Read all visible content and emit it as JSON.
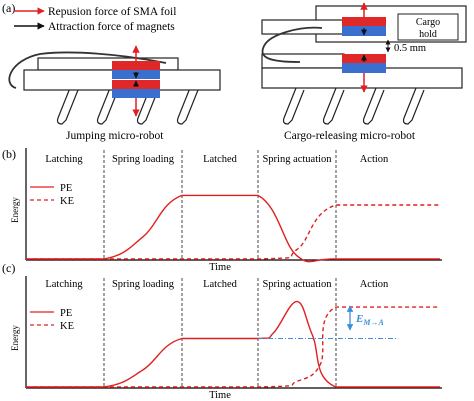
{
  "panel_a": {
    "label": "(a)",
    "legend": [
      {
        "text": "Repusion force of SMA foil",
        "color": "#e02020"
      },
      {
        "text": "Attraction force of magnets",
        "color": "#111111"
      }
    ],
    "left_caption": "Jumping micro-robot",
    "right_caption": "Cargo-releasing micro-robot",
    "cargo_label_1": "Cargo",
    "cargo_label_2": "hold",
    "gap_label": "0.5 mm"
  },
  "panel_b": {
    "label": "(b)",
    "phases": [
      "Latching",
      "Spring loading",
      "Latched",
      "Spring actuation",
      "Action"
    ],
    "ylabel": "Energy",
    "xlabel": "Time",
    "legend": [
      "PE",
      "KE"
    ]
  },
  "panel_c": {
    "label": "(c)",
    "phases": [
      "Latching",
      "Spring loading",
      "Latched",
      "Spring actuation",
      "Action"
    ],
    "ylabel": "Energy",
    "xlabel": "Time",
    "legend": [
      "PE",
      "KE"
    ],
    "annotation_main": "E",
    "annotation_sub": "M→A"
  },
  "colors": {
    "pe": "#e02020",
    "red_block": "#e02828",
    "blue_block": "#3a6fd0",
    "annotation": "#3a8fd8",
    "axis": "#000000"
  },
  "chart_data": [
    {
      "type": "line",
      "title": "",
      "xlabel": "Time",
      "ylabel": "Energy",
      "phases": [
        "Latching",
        "Spring loading",
        "Latched",
        "Spring actuation",
        "Action"
      ],
      "phase_bounds": [
        0,
        1,
        2,
        3,
        4,
        5
      ],
      "series": [
        {
          "name": "PE",
          "style": "solid",
          "x": [
            0,
            1,
            1.5,
            2,
            3,
            3.5,
            4,
            5
          ],
          "y": [
            0,
            0,
            0.35,
            1.0,
            1.0,
            0.05,
            0,
            0
          ]
        },
        {
          "name": "KE",
          "style": "dashed",
          "x": [
            0,
            3,
            3.5,
            4,
            5
          ],
          "y": [
            0,
            0,
            0.15,
            0.85,
            0.85
          ]
        }
      ],
      "ylim": [
        0,
        1.4
      ],
      "grid": false,
      "legend": "top-left"
    },
    {
      "type": "line",
      "title": "",
      "xlabel": "Time",
      "ylabel": "Energy",
      "phases": [
        "Latching",
        "Spring loading",
        "Latched",
        "Spring actuation",
        "Action"
      ],
      "phase_bounds": [
        0,
        1,
        2,
        3,
        4,
        5
      ],
      "series": [
        {
          "name": "PE",
          "style": "solid",
          "x": [
            0,
            1,
            1.5,
            2,
            3,
            3.2,
            3.5,
            3.7,
            4,
            5
          ],
          "y": [
            0,
            0,
            0.3,
            0.85,
            0.85,
            0.95,
            1.5,
            0.9,
            0,
            0
          ]
        },
        {
          "name": "KE",
          "style": "dashed",
          "x": [
            0,
            3,
            3.5,
            3.8,
            4,
            5
          ],
          "y": [
            0,
            0,
            0.1,
            0.4,
            1.4,
            1.4
          ]
        }
      ],
      "reference_level": 0.85,
      "ylim": [
        0,
        1.7
      ],
      "grid": false,
      "legend": "top-left"
    }
  ]
}
